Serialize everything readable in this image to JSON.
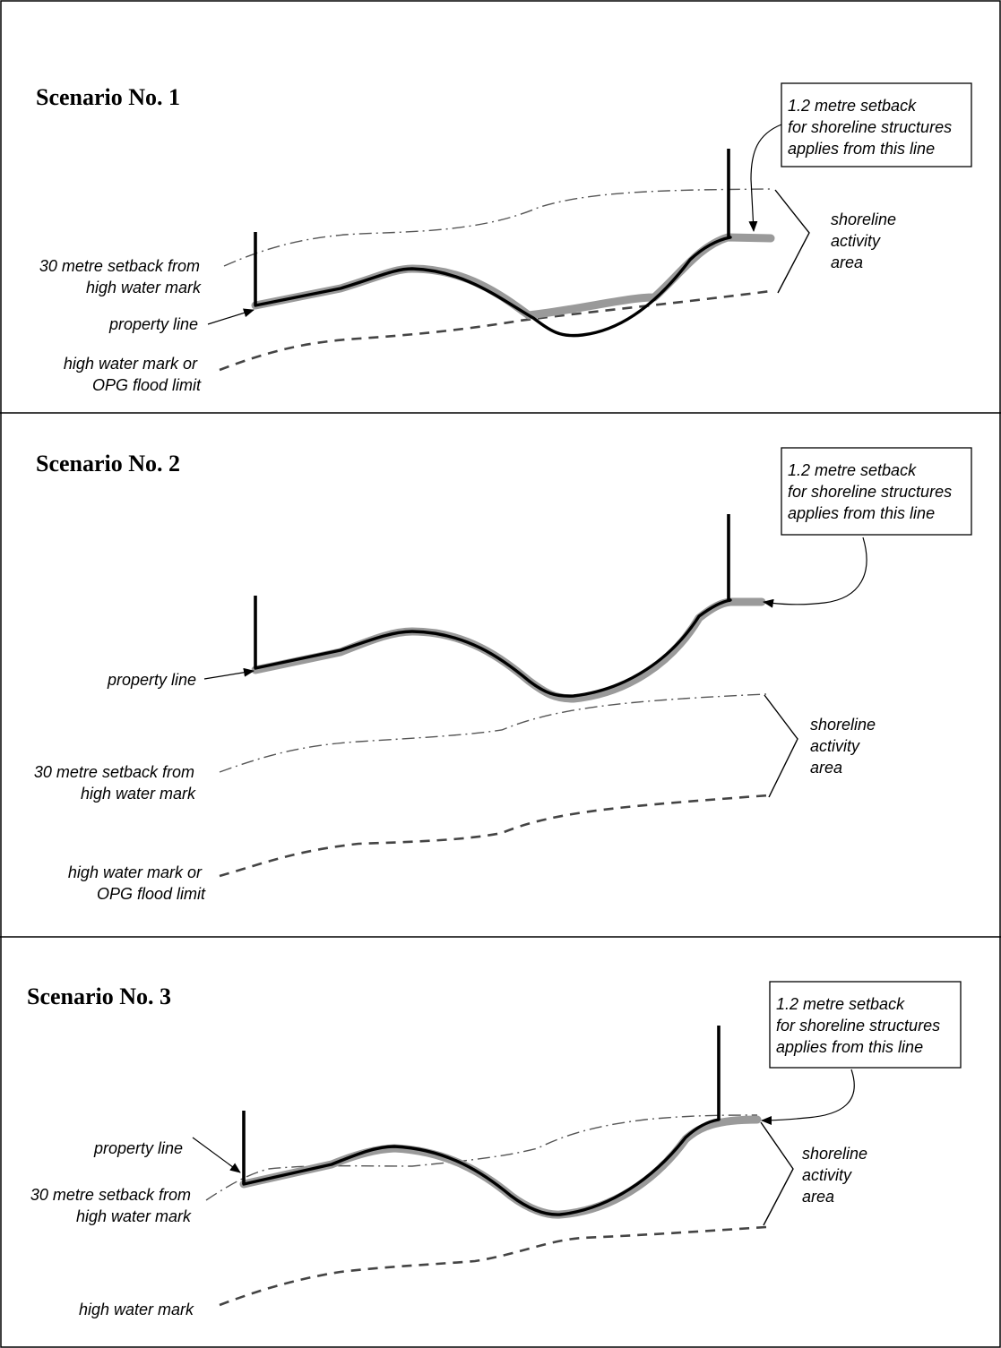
{
  "scenarios": [
    {
      "title": "Scenario No. 1",
      "labels": {
        "setback_30": [
          "30 metre setback from",
          "high water mark"
        ],
        "property_line": "property line",
        "high_water": [
          "high water mark or",
          "OPG flood limit"
        ],
        "activity_area": [
          "shoreline",
          "activity",
          "area"
        ],
        "callout": [
          "1.2 metre setback",
          "for shoreline structures",
          "applies from this line"
        ]
      }
    },
    {
      "title": "Scenario No. 2",
      "labels": {
        "property_line": "property line",
        "setback_30": [
          "30 metre setback from",
          "high water mark"
        ],
        "high_water": [
          "high water mark or",
          "OPG flood limit"
        ],
        "activity_area": [
          "shoreline",
          "activity",
          "area"
        ],
        "callout": [
          "1.2 metre setback",
          "for shoreline structures",
          "applies from this line"
        ]
      }
    },
    {
      "title": "Scenario No. 3",
      "labels": {
        "property_line": "property line",
        "setback_30": [
          "30 metre setback from",
          "high water mark"
        ],
        "high_water": "high water mark",
        "activity_area": [
          "shoreline",
          "activity",
          "area"
        ],
        "callout": [
          "1.2 metre setback",
          "for shoreline structures",
          "applies from this line"
        ]
      }
    }
  ]
}
